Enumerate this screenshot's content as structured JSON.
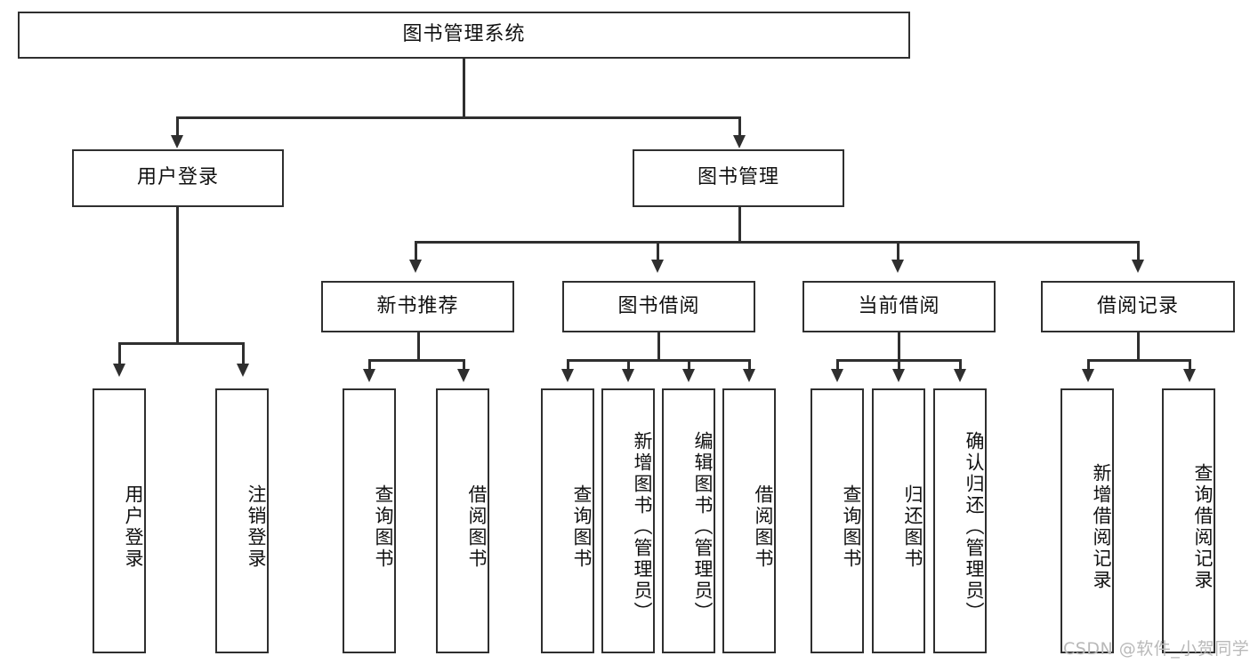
{
  "diagram": {
    "title": "图书管理系统",
    "type": "hierarchy-tree",
    "watermark": "CSDN @软件_小贺同学",
    "colors": {
      "stroke": "#2f2f2f",
      "fill": "#ffffff",
      "text": "#111111",
      "watermark": "#b9b9b9"
    },
    "levels": {
      "root": {
        "label": "图书管理系统"
      },
      "level2": [
        {
          "label": "用户登录"
        },
        {
          "label": "图书管理"
        }
      ],
      "level3": [
        {
          "label": "新书推荐"
        },
        {
          "label": "图书借阅"
        },
        {
          "label": "当前借阅"
        },
        {
          "label": "借阅记录"
        }
      ],
      "leaves": {
        "user_login": [
          {
            "label": "用户登录"
          },
          {
            "label": "注销登录"
          }
        ],
        "new_book_recommend": [
          {
            "label": "查询图书"
          },
          {
            "label": "借阅图书"
          }
        ],
        "book_borrow": [
          {
            "label": "查询图书"
          },
          {
            "label": "新增图书（管理员）"
          },
          {
            "label": "编辑图书（管理员）"
          },
          {
            "label": "借阅图书"
          }
        ],
        "current_borrow": [
          {
            "label": "查询图书"
          },
          {
            "label": "归还图书"
          },
          {
            "label": "确认归还（管理员）"
          }
        ],
        "borrow_record": [
          {
            "label": "新增借阅记录"
          },
          {
            "label": "查询借阅记录"
          }
        ]
      }
    }
  }
}
